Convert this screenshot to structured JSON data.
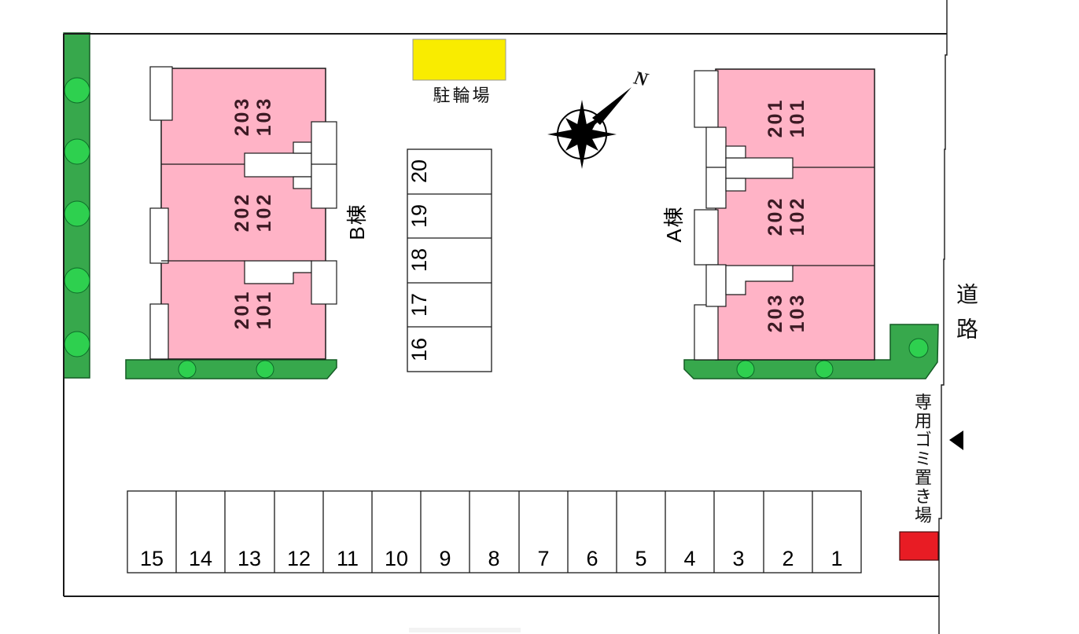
{
  "site": {
    "buildings": [
      {
        "id": "B",
        "label": "B棟",
        "rooms": [
          "203\n103",
          "202\n102",
          "201\n101"
        ]
      },
      {
        "id": "A",
        "label": "A棟",
        "rooms": [
          "201\n101",
          "202\n102",
          "203\n103"
        ]
      }
    ]
  },
  "parking": {
    "bottom_row": [
      "15",
      "14",
      "13",
      "12",
      "11",
      "10",
      "9",
      "8",
      "7",
      "6",
      "5",
      "4",
      "3",
      "2",
      "1"
    ],
    "middle_column": [
      "20",
      "19",
      "18",
      "17",
      "16"
    ]
  },
  "labels": {
    "bicycle": "駐輪場",
    "road": "道路",
    "garbage": "専用ゴミ置き場",
    "north": "N"
  },
  "colors": {
    "building_pink": "#ffb3c6",
    "planting_green": "#37a84c",
    "tree_green": "#2ed04f",
    "bicycle_yellow": "#f9ec00",
    "garbage_red": "#e81c24",
    "room_text": "#3c1a24"
  }
}
